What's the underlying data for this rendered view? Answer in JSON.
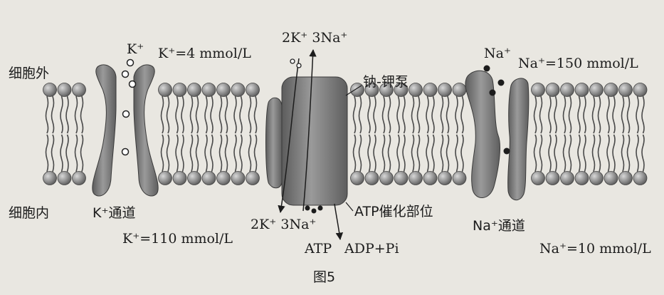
{
  "labels": {
    "outside": "细胞外",
    "inside": "细胞内",
    "k_ion": "K⁺",
    "k_out_conc": "K⁺=4 mmol/L",
    "k_in_conc": "K⁺=110 mmol/L",
    "k_channel": "K⁺通道",
    "pump_top_ions": "2K⁺ 3Na⁺",
    "pump_name": "钠-钾泵",
    "pump_bottom_ions": "2K⁺ 3Na⁺",
    "atp_site": "ATP催化部位",
    "atp": "ATP",
    "adp_pi": "ADP+Pi",
    "na_ion": "Na⁺",
    "na_out_conc": "Na⁺=150 mmol/L",
    "na_channel": "Na⁺通道",
    "na_in_conc": "Na⁺=10 mmol/L",
    "figure_caption": "图5"
  },
  "colors": {
    "head": "#8a8a8a",
    "protein": "#6f6f6f",
    "ink": "#1c1c1c"
  }
}
